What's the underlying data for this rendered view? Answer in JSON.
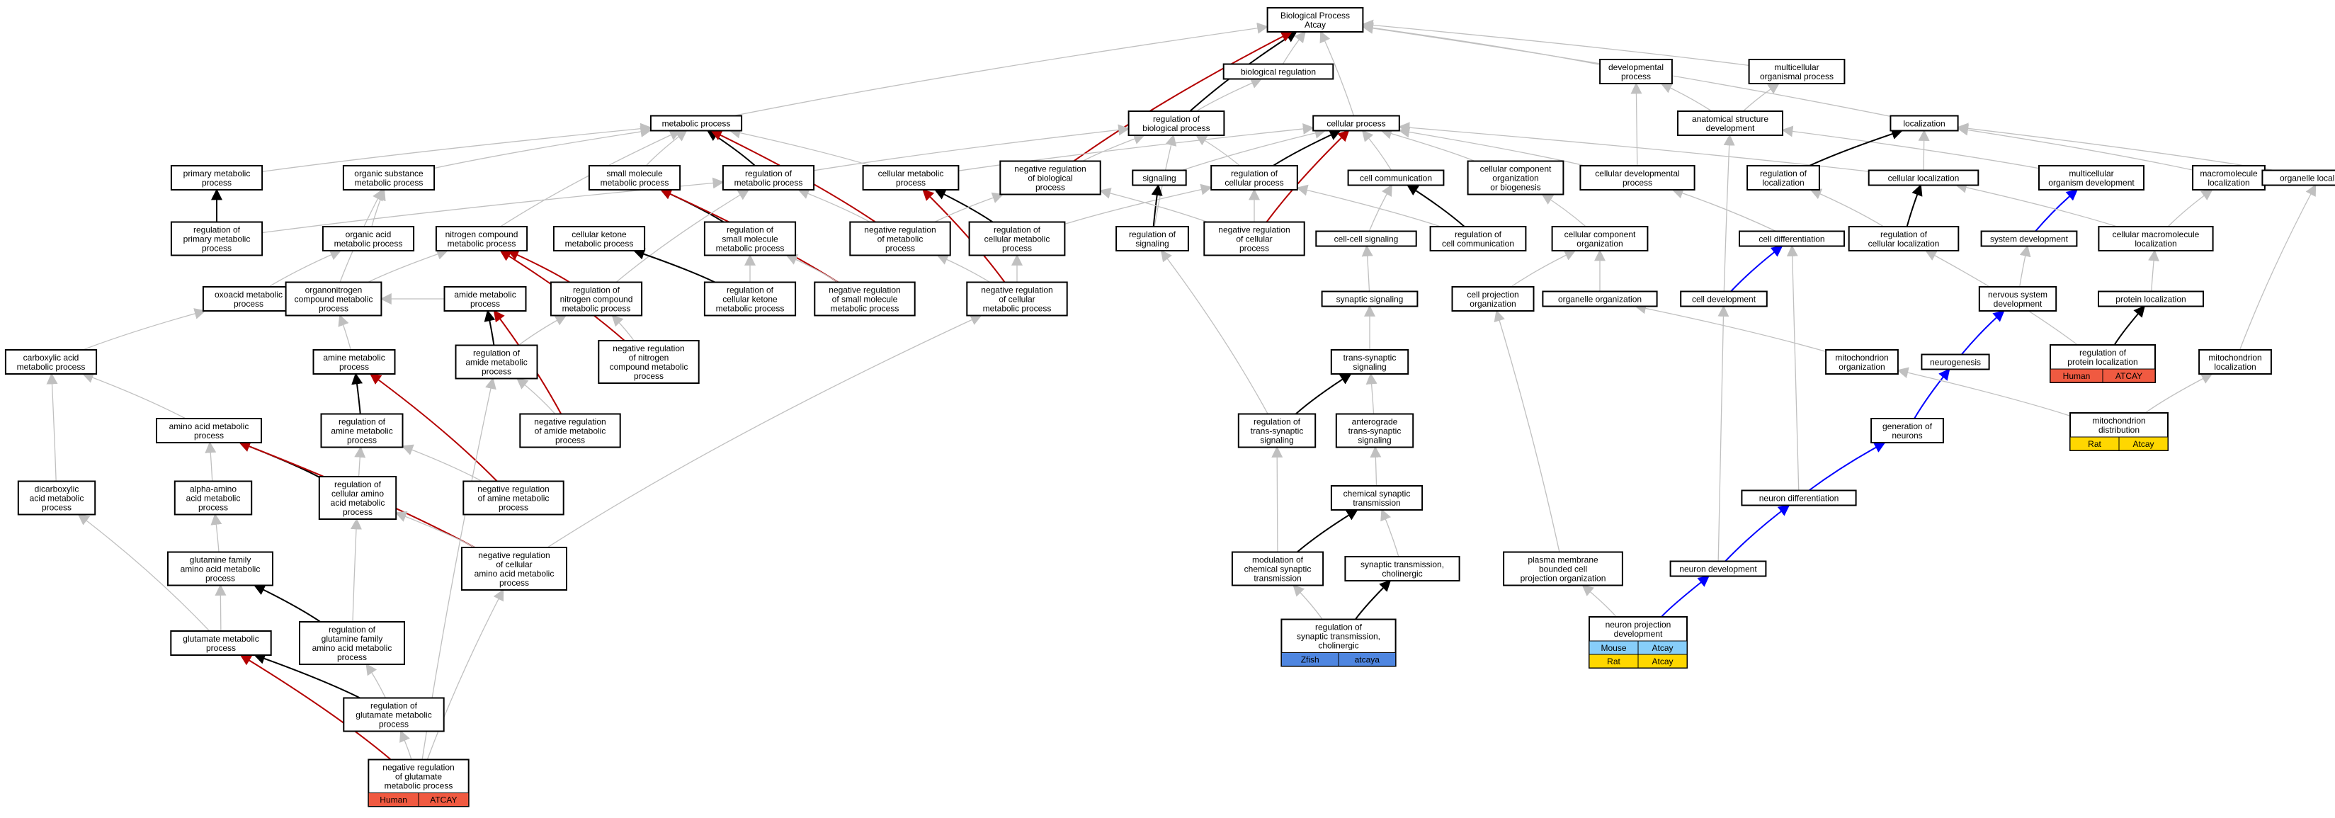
{
  "colors": {
    "grey": "#c0c0c0",
    "black": "#000000",
    "red": "#b40000",
    "blue": "#0000ff",
    "human": "#f05a41",
    "zebrafish": "#4f86e0",
    "mouse": "#87cefa",
    "rat": "#ffd700"
  },
  "nodes": [
    {
      "id": "bp",
      "lines": [
        "Biological Process",
        "Atcay"
      ]
    },
    {
      "id": "bioreg",
      "lines": [
        "biological regulation"
      ]
    },
    {
      "id": "devproc",
      "lines": [
        "developmental",
        "process"
      ]
    },
    {
      "id": "multiproc",
      "lines": [
        "multicellular",
        "organismal process"
      ]
    },
    {
      "id": "metproc",
      "lines": [
        "metabolic process"
      ]
    },
    {
      "id": "regbioproc",
      "lines": [
        "regulation of",
        "biological process"
      ]
    },
    {
      "id": "cellproc",
      "lines": [
        "cellular process"
      ]
    },
    {
      "id": "anatdev",
      "lines": [
        "anatomical structure",
        "development"
      ]
    },
    {
      "id": "localization",
      "lines": [
        "localization"
      ]
    },
    {
      "id": "primmet",
      "lines": [
        "primary metabolic",
        "process"
      ]
    },
    {
      "id": "orgsubmet",
      "lines": [
        "organic substance",
        "metabolic process"
      ]
    },
    {
      "id": "smallmol",
      "lines": [
        "small molecule",
        "metabolic process"
      ]
    },
    {
      "id": "regmet",
      "lines": [
        "regulation of",
        "metabolic process"
      ]
    },
    {
      "id": "cellmet",
      "lines": [
        "cellular metabolic",
        "process"
      ]
    },
    {
      "id": "negregbio",
      "lines": [
        "negative regulation",
        "of biological",
        "process"
      ]
    },
    {
      "id": "signaling",
      "lines": [
        "signaling"
      ]
    },
    {
      "id": "regcellproc",
      "lines": [
        "regulation of",
        "cellular process"
      ]
    },
    {
      "id": "cellcomm",
      "lines": [
        "cell communication"
      ]
    },
    {
      "id": "ccorg",
      "lines": [
        "cellular component",
        "organization",
        "or biogenesis"
      ]
    },
    {
      "id": "celldevproc",
      "lines": [
        "cellular developmental",
        "process"
      ]
    },
    {
      "id": "regloc",
      "lines": [
        "regulation of",
        "localization"
      ]
    },
    {
      "id": "cellloc",
      "lines": [
        "cellular localization"
      ]
    },
    {
      "id": "multidev",
      "lines": [
        "multicellular",
        "organism development"
      ]
    },
    {
      "id": "macroloc",
      "lines": [
        "macromolecule",
        "localization"
      ]
    },
    {
      "id": "orgloc",
      "lines": [
        "organelle localization"
      ]
    },
    {
      "id": "regprimmet",
      "lines": [
        "regulation of",
        "primary metabolic",
        "process"
      ]
    },
    {
      "id": "orgacid",
      "lines": [
        "organic acid",
        "metabolic process"
      ]
    },
    {
      "id": "nitromet",
      "lines": [
        "nitrogen compound",
        "metabolic process"
      ]
    },
    {
      "id": "cellket",
      "lines": [
        "cellular ketone",
        "metabolic process"
      ]
    },
    {
      "id": "regsmall",
      "lines": [
        "regulation of",
        "small molecule",
        "metabolic process"
      ]
    },
    {
      "id": "negregmet",
      "lines": [
        "negative regulation",
        "of metabolic",
        "process"
      ]
    },
    {
      "id": "regcellmet",
      "lines": [
        "regulation of",
        "cellular metabolic",
        "process"
      ]
    },
    {
      "id": "regsig",
      "lines": [
        "regulation of",
        "signaling"
      ]
    },
    {
      "id": "negregcell",
      "lines": [
        "negative regulation",
        "of cellular",
        "process"
      ]
    },
    {
      "id": "cellcellsig",
      "lines": [
        "cell-cell signaling"
      ]
    },
    {
      "id": "regcellcomm",
      "lines": [
        "regulation of",
        "cell communication"
      ]
    },
    {
      "id": "ccorg2",
      "lines": [
        "cellular component",
        "organization"
      ]
    },
    {
      "id": "celldiff",
      "lines": [
        "cell differentiation"
      ]
    },
    {
      "id": "regcellloc",
      "lines": [
        "regulation of",
        "cellular localization"
      ]
    },
    {
      "id": "sysdev",
      "lines": [
        "system development"
      ]
    },
    {
      "id": "cellmacroloc",
      "lines": [
        "cellular macromolecule",
        "localization"
      ]
    },
    {
      "id": "oxoacid",
      "lines": [
        "oxoacid metabolic",
        "process"
      ]
    },
    {
      "id": "organonitro",
      "lines": [
        "organonitrogen",
        "compound metabolic",
        "process"
      ]
    },
    {
      "id": "amidemet",
      "lines": [
        "amide metabolic",
        "process"
      ]
    },
    {
      "id": "regnitro",
      "lines": [
        "regulation of",
        "nitrogen compound",
        "metabolic process"
      ]
    },
    {
      "id": "regcellket",
      "lines": [
        "regulation of",
        "cellular ketone",
        "metabolic process"
      ]
    },
    {
      "id": "negregsmall",
      "lines": [
        "negative regulation",
        "of small molecule",
        "metabolic process"
      ]
    },
    {
      "id": "negregcellmet",
      "lines": [
        "negative regulation",
        "of cellular",
        "metabolic process"
      ]
    },
    {
      "id": "synsig",
      "lines": [
        "synaptic signaling"
      ]
    },
    {
      "id": "cellproj",
      "lines": [
        "cell projection",
        "organization"
      ]
    },
    {
      "id": "orgorg",
      "lines": [
        "organelle organization"
      ]
    },
    {
      "id": "celldev",
      "lines": [
        "cell development"
      ]
    },
    {
      "id": "nervdev",
      "lines": [
        "nervous system",
        "development"
      ]
    },
    {
      "id": "protloc",
      "lines": [
        "protein localization"
      ]
    },
    {
      "id": "carbacid",
      "lines": [
        "carboxylic acid",
        "metabolic process"
      ]
    },
    {
      "id": "aminemet",
      "lines": [
        "amine metabolic",
        "process"
      ]
    },
    {
      "id": "regamide",
      "lines": [
        "regulation of",
        "amide metabolic",
        "process"
      ]
    },
    {
      "id": "negregnitro",
      "lines": [
        "negative regulation",
        "of nitrogen",
        "compound metabolic",
        "process"
      ]
    },
    {
      "id": "transsyn",
      "lines": [
        "trans-synaptic",
        "signaling"
      ]
    },
    {
      "id": "mitoorg",
      "lines": [
        "mitochondrion",
        "organization"
      ]
    },
    {
      "id": "neurogen",
      "lines": [
        "neurogenesis"
      ]
    },
    {
      "id": "regprotloc",
      "lines": [
        "regulation of",
        "protein localization"
      ],
      "tags": [
        [
          "Human",
          "human"
        ],
        [
          "ATCAY",
          "human"
        ]
      ]
    },
    {
      "id": "mitoloc",
      "lines": [
        "mitochondrion",
        "localization"
      ]
    },
    {
      "id": "aaMet",
      "lines": [
        "amino acid metabolic",
        "process"
      ]
    },
    {
      "id": "regaminemet",
      "lines": [
        "regulation of",
        "amine metabolic",
        "process"
      ]
    },
    {
      "id": "negregamide",
      "lines": [
        "negative regulation",
        "of amide metabolic",
        "process"
      ]
    },
    {
      "id": "regtranssyn",
      "lines": [
        "regulation of",
        "trans-synaptic",
        "signaling"
      ]
    },
    {
      "id": "anterograde",
      "lines": [
        "anterograde",
        "trans-synaptic",
        "signaling"
      ]
    },
    {
      "id": "genneur",
      "lines": [
        "generation of",
        "neurons"
      ]
    },
    {
      "id": "mitodist",
      "lines": [
        "mitochondrion",
        "distribution"
      ],
      "tags": [
        [
          "Rat",
          "rat"
        ],
        [
          "Atcay",
          "rat"
        ]
      ]
    },
    {
      "id": "dicarb",
      "lines": [
        "dicarboxylic",
        "acid metabolic",
        "process"
      ]
    },
    {
      "id": "alphaaa",
      "lines": [
        "alpha-amino",
        "acid metabolic",
        "process"
      ]
    },
    {
      "id": "regcellaa",
      "lines": [
        "regulation of",
        "cellular amino",
        "acid metabolic",
        "process"
      ]
    },
    {
      "id": "negregaminemet",
      "lines": [
        "negative regulation",
        "of amine metabolic",
        "process"
      ]
    },
    {
      "id": "chemsyn",
      "lines": [
        "chemical synaptic",
        "transmission"
      ]
    },
    {
      "id": "neurdiff",
      "lines": [
        "neuron differentiation"
      ]
    },
    {
      "id": "glufam",
      "lines": [
        "glutamine family",
        "amino acid metabolic",
        "process"
      ]
    },
    {
      "id": "negregcellaa",
      "lines": [
        "negative regulation",
        "of cellular",
        "amino acid metabolic",
        "process"
      ]
    },
    {
      "id": "modchem",
      "lines": [
        "modulation of",
        "chemical synaptic",
        "transmission"
      ]
    },
    {
      "id": "syncholin",
      "lines": [
        "synaptic transmission,",
        "cholinergic"
      ]
    },
    {
      "id": "pmbcpo",
      "lines": [
        "plasma membrane",
        "bounded cell",
        "projection organization"
      ]
    },
    {
      "id": "neurdev",
      "lines": [
        "neuron development"
      ]
    },
    {
      "id": "regglufam",
      "lines": [
        "regulation of",
        "glutamine family",
        "amino acid metabolic",
        "process"
      ]
    },
    {
      "id": "glumet",
      "lines": [
        "glutamate metabolic",
        "process"
      ]
    },
    {
      "id": "regsyncholin",
      "lines": [
        "regulation of",
        "synaptic transmission,",
        "cholinergic"
      ],
      "tags": [
        [
          "Zfish",
          "zebrafish"
        ],
        [
          "atcaya",
          "zebrafish"
        ]
      ]
    },
    {
      "id": "neurprojdev",
      "lines": [
        "neuron projection",
        "development"
      ],
      "tags": [
        [
          "Mouse",
          "mouse"
        ],
        [
          "Atcay",
          "mouse"
        ],
        [
          "Rat",
          "rat"
        ],
        [
          "Atcay",
          "rat"
        ]
      ]
    },
    {
      "id": "regglumet",
      "lines": [
        "regulation of",
        "glutamate metabolic",
        "process"
      ]
    },
    {
      "id": "negregglumet",
      "lines": [
        "negative regulation",
        "of glutamate",
        "metabolic process"
      ],
      "tags": [
        [
          "Human",
          "human"
        ],
        [
          "ATCAY",
          "human"
        ]
      ]
    }
  ],
  "edges": [
    [
      "bioreg",
      "bp",
      "grey"
    ],
    [
      "devproc",
      "bp",
      "grey"
    ],
    [
      "multiproc",
      "bp",
      "grey"
    ],
    [
      "metproc",
      "bp",
      "grey"
    ],
    [
      "regbioproc",
      "bp",
      "black"
    ],
    [
      "cellproc",
      "bp",
      "grey"
    ],
    [
      "localization",
      "bp",
      "grey"
    ],
    [
      "negregbio",
      "bp",
      "red"
    ],
    [
      "regbioproc",
      "bioreg",
      "grey"
    ],
    [
      "anatdev",
      "devproc",
      "grey"
    ],
    [
      "anatdev",
      "multiproc",
      "grey"
    ],
    [
      "primmet",
      "metproc",
      "grey"
    ],
    [
      "orgsubmet",
      "metproc",
      "grey"
    ],
    [
      "smallmol",
      "metproc",
      "grey"
    ],
    [
      "regmet",
      "metproc",
      "black"
    ],
    [
      "cellmet",
      "metproc",
      "grey"
    ],
    [
      "nitromet",
      "metproc",
      "grey"
    ],
    [
      "negregmet",
      "metproc",
      "red"
    ],
    [
      "regmet",
      "regbioproc",
      "grey"
    ],
    [
      "negregbio",
      "regbioproc",
      "grey"
    ],
    [
      "regcellproc",
      "regbioproc",
      "grey"
    ],
    [
      "regsig",
      "regbioproc",
      "grey"
    ],
    [
      "cellmet",
      "cellproc",
      "grey"
    ],
    [
      "regcellproc",
      "cellproc",
      "black"
    ],
    [
      "cellcomm",
      "cellproc",
      "grey"
    ],
    [
      "ccorg",
      "cellproc",
      "grey"
    ],
    [
      "celldevproc",
      "cellproc",
      "grey"
    ],
    [
      "cellloc",
      "cellproc",
      "grey"
    ],
    [
      "negregcell",
      "cellproc",
      "red"
    ],
    [
      "signaling",
      "cellproc",
      "grey"
    ],
    [
      "celldevproc",
      "devproc",
      "grey"
    ],
    [
      "multidev",
      "anatdev",
      "grey"
    ],
    [
      "regloc",
      "localization",
      "black"
    ],
    [
      "cellloc",
      "localization",
      "grey"
    ],
    [
      "macroloc",
      "localization",
      "grey"
    ],
    [
      "orgloc",
      "localization",
      "grey"
    ],
    [
      "celldev",
      "anatdev",
      "grey"
    ],
    [
      "regprimmet",
      "primmet",
      "black"
    ],
    [
      "regprimmet",
      "regmet",
      "grey"
    ],
    [
      "orgacid",
      "orgsubmet",
      "grey"
    ],
    [
      "regsmall",
      "smallmol",
      "black"
    ],
    [
      "negregsmall",
      "smallmol",
      "red"
    ],
    [
      "regcellmet",
      "cellmet",
      "black"
    ],
    [
      "negregcellmet",
      "cellmet",
      "red"
    ],
    [
      "negregmet",
      "regmet",
      "grey"
    ],
    [
      "negregmet",
      "negregbio",
      "grey"
    ],
    [
      "regcellmet",
      "regcellproc",
      "grey"
    ],
    [
      "regsig",
      "signaling",
      "black"
    ],
    [
      "negregcell",
      "regcellproc",
      "grey"
    ],
    [
      "negregcell",
      "negregbio",
      "grey"
    ],
    [
      "cellcellsig",
      "cellcomm",
      "grey"
    ],
    [
      "regcellcomm",
      "cellcomm",
      "black"
    ],
    [
      "regcellcomm",
      "regcellproc",
      "grey"
    ],
    [
      "ccorg2",
      "ccorg",
      "grey"
    ],
    [
      "celldiff",
      "celldevproc",
      "grey"
    ],
    [
      "regcellloc",
      "cellloc",
      "black"
    ],
    [
      "regcellloc",
      "regloc",
      "grey"
    ],
    [
      "sysdev",
      "multidev",
      "blue"
    ],
    [
      "cellmacroloc",
      "macroloc",
      "grey"
    ],
    [
      "cellmacroloc",
      "cellloc",
      "grey"
    ],
    [
      "oxoacid",
      "orgacid",
      "grey"
    ],
    [
      "organonitro",
      "nitromet",
      "grey"
    ],
    [
      "organonitro",
      "orgsubmet",
      "grey"
    ],
    [
      "amidemet",
      "organonitro",
      "grey"
    ],
    [
      "regnitro",
      "nitromet",
      "red"
    ],
    [
      "regnitro",
      "regmet",
      "grey"
    ],
    [
      "regcellket",
      "cellket",
      "black"
    ],
    [
      "regcellket",
      "regsmall",
      "grey"
    ],
    [
      "negregsmall",
      "regsmall",
      "grey"
    ],
    [
      "negregcellmet",
      "regcellmet",
      "grey"
    ],
    [
      "negregcellmet",
      "negregmet",
      "grey"
    ],
    [
      "synsig",
      "cellcellsig",
      "grey"
    ],
    [
      "cellproj",
      "ccorg2",
      "grey"
    ],
    [
      "orgorg",
      "ccorg2",
      "grey"
    ],
    [
      "celldev",
      "celldiff",
      "blue"
    ],
    [
      "nervdev",
      "sysdev",
      "grey"
    ],
    [
      "protloc",
      "cellmacroloc",
      "grey"
    ],
    [
      "carbacid",
      "oxoacid",
      "grey"
    ],
    [
      "aminemet",
      "organonitro",
      "grey"
    ],
    [
      "regamide",
      "amidemet",
      "black"
    ],
    [
      "regamide",
      "regnitro",
      "grey"
    ],
    [
      "negregnitro",
      "regnitro",
      "grey"
    ],
    [
      "negregnitro",
      "nitromet",
      "red"
    ],
    [
      "transsyn",
      "synsig",
      "grey"
    ],
    [
      "mitoorg",
      "orgorg",
      "grey"
    ],
    [
      "neurogen",
      "nervdev",
      "blue"
    ],
    [
      "regprotloc",
      "protloc",
      "black"
    ],
    [
      "regprotloc",
      "regcellloc",
      "grey"
    ],
    [
      "mitoloc",
      "orgloc",
      "grey"
    ],
    [
      "aaMet",
      "carbacid",
      "grey"
    ],
    [
      "regaminemet",
      "aminemet",
      "black"
    ],
    [
      "negregamide",
      "amidemet",
      "red"
    ],
    [
      "negregamide",
      "regamide",
      "grey"
    ],
    [
      "regtranssyn",
      "transsyn",
      "black"
    ],
    [
      "regtranssyn",
      "regsig",
      "grey"
    ],
    [
      "anterograde",
      "transsyn",
      "grey"
    ],
    [
      "genneur",
      "neurogen",
      "blue"
    ],
    [
      "mitodist",
      "mitoorg",
      "grey"
    ],
    [
      "mitodist",
      "mitoloc",
      "grey"
    ],
    [
      "dicarb",
      "carbacid",
      "grey"
    ],
    [
      "alphaaa",
      "aaMet",
      "grey"
    ],
    [
      "regcellaa",
      "aaMet",
      "black"
    ],
    [
      "regcellaa",
      "regaminemet",
      "grey"
    ],
    [
      "negregaminemet",
      "aminemet",
      "red"
    ],
    [
      "negregaminemet",
      "regaminemet",
      "grey"
    ],
    [
      "chemsyn",
      "anterograde",
      "grey"
    ],
    [
      "neurdiff",
      "genneur",
      "blue"
    ],
    [
      "neurdiff",
      "celldiff",
      "grey"
    ],
    [
      "glufam",
      "alphaaa",
      "grey"
    ],
    [
      "negregcellaa",
      "aaMet",
      "red"
    ],
    [
      "negregcellaa",
      "regcellaa",
      "grey"
    ],
    [
      "negregcellaa",
      "negregcellmet",
      "grey"
    ],
    [
      "modchem",
      "chemsyn",
      "black"
    ],
    [
      "modchem",
      "regtranssyn",
      "grey"
    ],
    [
      "syncholin",
      "chemsyn",
      "grey"
    ],
    [
      "pmbcpo",
      "cellproj",
      "grey"
    ],
    [
      "neurdev",
      "neurdiff",
      "blue"
    ],
    [
      "neurdev",
      "celldev",
      "grey"
    ],
    [
      "regglufam",
      "glufam",
      "black"
    ],
    [
      "regglufam",
      "regcellaa",
      "grey"
    ],
    [
      "glumet",
      "glufam",
      "grey"
    ],
    [
      "glumet",
      "dicarb",
      "grey"
    ],
    [
      "regsyncholin",
      "syncholin",
      "black"
    ],
    [
      "regsyncholin",
      "modchem",
      "grey"
    ],
    [
      "neurprojdev",
      "neurdev",
      "blue"
    ],
    [
      "neurprojdev",
      "pmbcpo",
      "grey"
    ],
    [
      "regglumet",
      "glumet",
      "black"
    ],
    [
      "regglumet",
      "regglufam",
      "grey"
    ],
    [
      "negregglumet",
      "glumet",
      "red"
    ],
    [
      "negregglumet",
      "regglumet",
      "grey"
    ],
    [
      "negregglumet",
      "negregcellaa",
      "grey"
    ],
    [
      "negregglumet",
      "regamide",
      "grey"
    ]
  ]
}
